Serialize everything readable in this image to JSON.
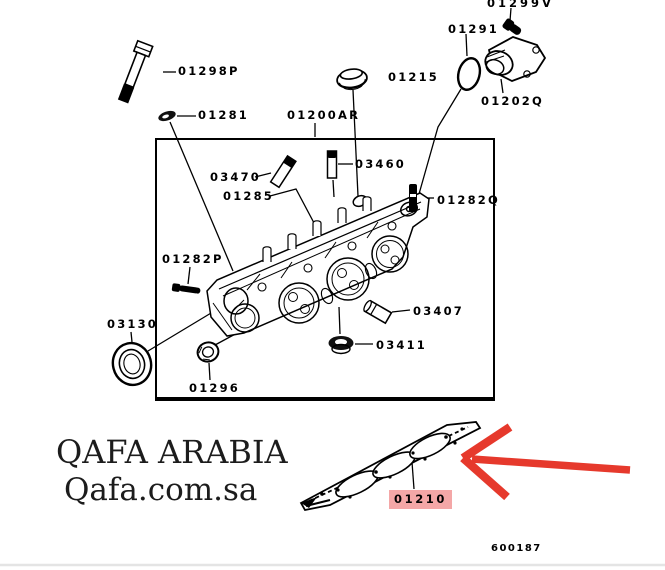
{
  "diagram": {
    "type": "parts-catalog-exploded-view",
    "subject": "cylinder head assembly"
  },
  "parts": {
    "p01299V": "01299V",
    "p01291": "01291",
    "p01215": "01215",
    "p01202Q": "01202Q",
    "p01298P": "01298P",
    "p01281": "01281",
    "p01200AR": "01200AR",
    "p03470": "03470",
    "p03460": "03460",
    "p01285": "01285",
    "p01282Q": "01282Q",
    "p01282P": "01282P",
    "p03130": "03130",
    "p03407": "03407",
    "p03411": "03411",
    "p01296": "01296",
    "p01210": "01210"
  },
  "highlighted_part": "01210",
  "watermark": {
    "line1": "QAFA ARABIA",
    "line2": "Qafa.com.sa"
  },
  "footer": {
    "drawing_number": "600187"
  },
  "colors": {
    "highlight_bg": "#f4a7a7",
    "arrow_red": "#e6392c",
    "line_art": "#000000"
  }
}
